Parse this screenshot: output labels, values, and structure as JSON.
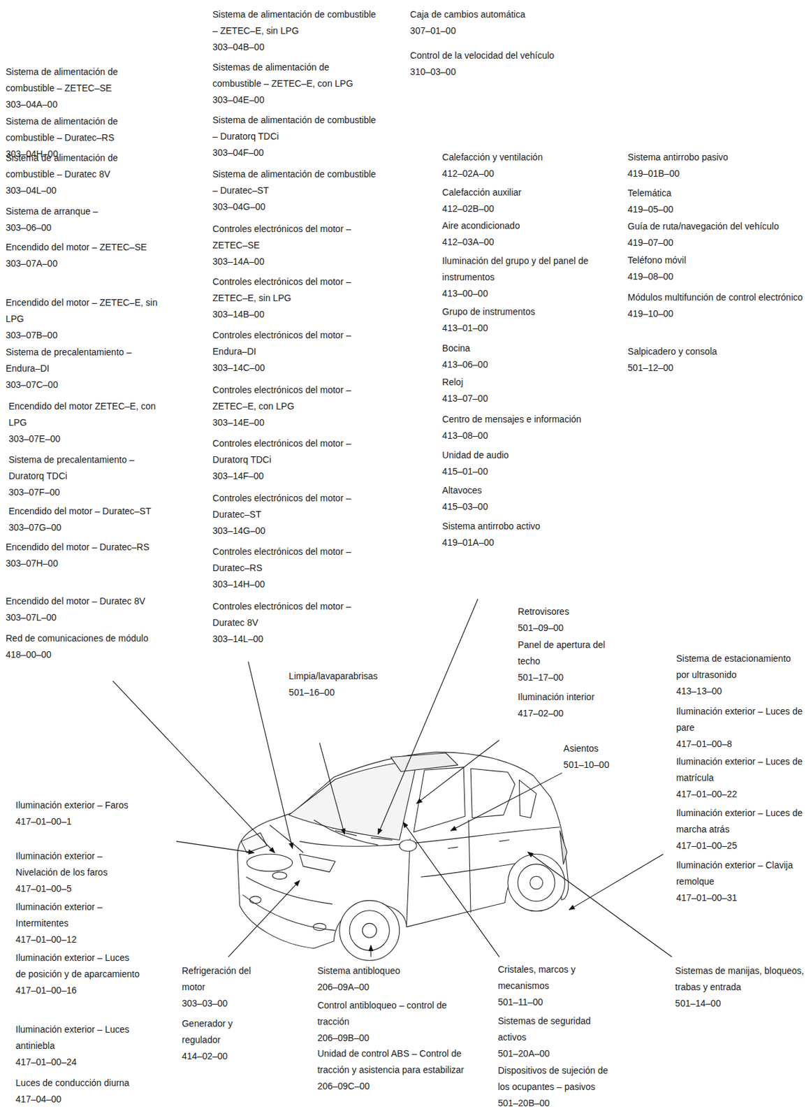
{
  "diagram": {
    "labels": [
      "Sistema de alimentación de combustible – ZETEC–SE",
      "303–04A–00",
      "Sistema de alimentación de combustible – Duratec–RS",
      "303–04H–00",
      "Sistema de alimentación de combustible – Duratec 8V",
      "303–04L–00",
      "Sistema de arranque –",
      "303–06–00",
      "Encendido del motor – ZETEC–SE",
      "303–07A–00",
      "Encendido del motor – ZETEC–E, sin LPG",
      "303–07B–00",
      "Sistema de precalentamiento – Endura–DI",
      "303–07C–00",
      "Encendido del motor ZETEC–E, con LPG",
      "303–07E–00",
      "Sistema de precalentamiento – Duratorq TDCi",
      "303–07F–00",
      "Encendido del motor – Duratec–ST",
      "303–07G–00",
      "Encendido del motor – Duratec–RS",
      "303–07H–00",
      "Encendido del motor – Duratec 8V",
      "303–07L–00",
      "Red de comunicaciones de módulo",
      "418–00–00",
      "Sistema de alimentación de combustible – ZETEC–E, sin LPG",
      "303–04B–00",
      "Sistemas de alimentación de combustible – ZETEC–E, con LPG",
      "303–04E–00",
      "Sistema de alimentación de combustible – Duratorq TDCi",
      "303–04F–00",
      "Sistema de alimentación de combustible – Duratec–ST",
      "303–04G–00",
      "Controles electrónicos del motor – ZETEC–SE",
      "303–14A–00",
      "Controles electrónicos del motor – ZETEC–E, sin LPG",
      "303–14B–00",
      "Controles electrónicos del motor – Endura–DI",
      "303–14C–00",
      "Controles electrónicos del motor – ZETEC–E, con LPG",
      "303–14E–00",
      "Controles electrónicos del motor – Duratorq TDCi",
      "303–14F–00",
      "Controles electrónicos del motor – Duratec–ST",
      "303–14G–00",
      "Controles electrónicos del motor – Duratec–RS",
      "303–14H–00",
      "Controles electrónicos del motor – Duratec 8V",
      "303–14L–00",
      "Caja de cambios automática",
      "307–01–00",
      "Control de la velocidad del vehículo",
      "310–03–00",
      "Calefacción y ventilación",
      "412–02A–00",
      "Calefacción auxiliar",
      "412–02B–00",
      "Aire acondicionado",
      "412–03A–00",
      "Iluminación del grupo y del panel de instrumentos",
      "413–00–00",
      "Grupo de instrumentos",
      "413–01–00",
      "Bocina",
      "413–06–00",
      "Reloj",
      "413–07–00",
      "Centro de mensajes e información",
      "413–08–00",
      "Unidad de audio",
      "415–01–00",
      "Altavoces",
      "415–03–00",
      "Sistema antirrobo activo",
      "419–01A–00",
      "Sistema antirrobo pasivo",
      "419–01B–00",
      "Telemática",
      "419–05–00",
      "Guía de ruta/navegación del vehículo",
      "419–07–00",
      "Teléfono móvil",
      "419–08–00",
      "Módulos multifunción de control electrónico",
      "419–10–00",
      "Salpicadero y consola",
      "501–12–00",
      "Retrovisores",
      "501–09–00",
      "Panel de apertura del techo",
      "501–17–00",
      "Iluminación interior",
      "417–02–00",
      "Asientos",
      "501–10–00",
      "Limpia/lavaparabrisas",
      "501–16–00",
      "Sistema de estacionamiento por ultrasonido",
      "413–13–00",
      "Iluminación exterior – Luces de pare",
      "417–01–00–8",
      "Iluminación exterior – Luces de matrícula",
      "417–01–00–22",
      "Iluminación exterior – Luces de marcha atrás",
      "417–01–00–25",
      "Iluminación exterior – Clavija remolque",
      "417–01–00–31",
      "Iluminación exterior – Faros",
      "417–01–00–1",
      "Iluminación exterior – Nivelación de los faros",
      "417–01–00–5",
      "Iluminación exterior – Intermitentes",
      "417–01–00–12",
      "Iluminación exterior – Luces de posición y de aparcamiento",
      "417–01–00–16",
      "Iluminación exterior – Luces antiniebla",
      "417–01–00–24",
      "Luces de conducción diurna",
      "417–04–00",
      "Refrigeración del motor",
      "303–03–00",
      "Generador y regulador",
      "414–02–00",
      "Sistema antibloqueo",
      "206–09A–00",
      "Control antibloqueo – control de tracción",
      "206–09B–00",
      "Unidad de control ABS – Control de tracción y asistencia para estabilizar",
      "206–09C–00",
      "Cristales, marcos y mecanismos",
      "501–11–00",
      "Sistemas de seguridad activos",
      "501–20A–00",
      "Dispositivos de sujeción de los ocupantes – pasivos",
      "501–20B–00",
      "Sistemas de manijas, bloqueos, trabas y entrada",
      "501–14–00"
    ]
  }
}
